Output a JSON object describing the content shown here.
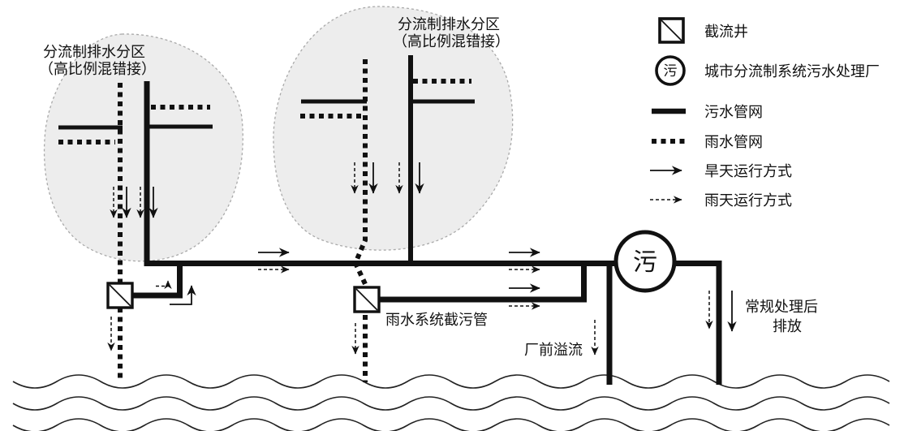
{
  "regions": [
    {
      "title": "分流制排水分区",
      "subtitle": "（高比例混错接）"
    },
    {
      "title": "分流制排水分区",
      "subtitle": "（高比例混错接）"
    }
  ],
  "labels": {
    "storm_interceptor_pipe": "雨水系统截污管",
    "plant_front_overflow": "厂前溢流",
    "discharge_line1": "常规处理后",
    "discharge_line2": "排放",
    "plant_symbol": "污"
  },
  "legend": {
    "items": [
      {
        "icon": "interceptor-well-icon",
        "label": "截流井"
      },
      {
        "icon": "treatment-plant-icon",
        "label": "城市分流制系统污水处理厂"
      },
      {
        "icon": "sewage-pipe-sample",
        "label": "污水管网"
      },
      {
        "icon": "storm-pipe-sample",
        "label": "雨水管网"
      },
      {
        "icon": "dry-weather-arrow-sample",
        "label": "旱天运行方式"
      },
      {
        "icon": "wet-weather-arrow-sample",
        "label": "雨天运行方式"
      }
    ]
  },
  "colors": {
    "ink": "#111111",
    "region_fill": "#ededed",
    "region_border": "#a9a9a9",
    "background": "#ffffff",
    "water": "#222222"
  }
}
